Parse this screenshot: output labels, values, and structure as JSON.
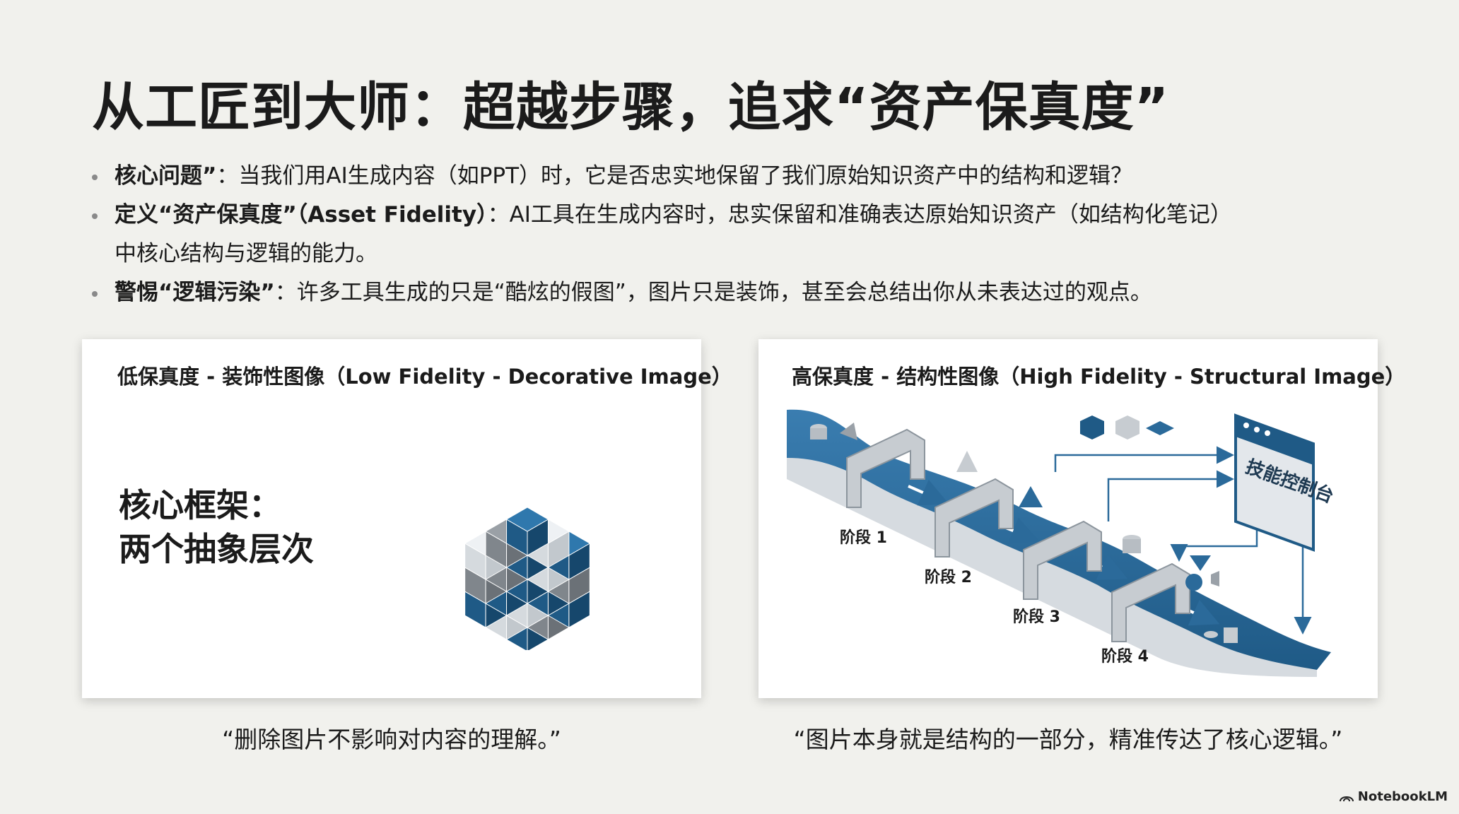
{
  "slide": {
    "title": "从工匠到大师：超越步骤，追求“资产保真度”",
    "bullets": [
      {
        "label": "核心问题”",
        "text": "：当我们用AI生成内容（如PPT）时，它是否忠实地保留了我们原始知识资产中的结构和逻辑？",
        "cont": ""
      },
      {
        "label": "定义“资产保真度”（Asset Fidelity）",
        "text": "：AI工具在生成内容时，忠实保留和准确表达原始知识资产（如结构化笔记）",
        "cont": "中核心结构与逻辑的能力。"
      },
      {
        "label": "警惕“逻辑污染”",
        "text": "：许多工具生成的只是“酷炫的假图”，图片只是装饰，甚至会总结出你从未表达过的观点。",
        "cont": ""
      }
    ],
    "left_card": {
      "title": "低保真度 - 装饰性图像（Low Fidelity - Decorative Image）",
      "framework_line1": "核心框架：",
      "framework_line2": "两个抽象层次",
      "caption": "“删除图片不影响对内容的理解。”"
    },
    "right_card": {
      "title": "高保真度 - 结构性图像（High Fidelity - Structural Image）",
      "console_label": "技能控制台",
      "stages": [
        "阶段 1",
        "阶段 2",
        "阶段 3",
        "阶段 4"
      ],
      "caption": "“图片本身就是结构的一部分，精准传达了核心逻辑。”"
    },
    "brand": "NotebookLM",
    "colors": {
      "accent_blue": "#2b6a9a",
      "gray": "#9a9ea3",
      "background": "#f1f1ed"
    }
  }
}
